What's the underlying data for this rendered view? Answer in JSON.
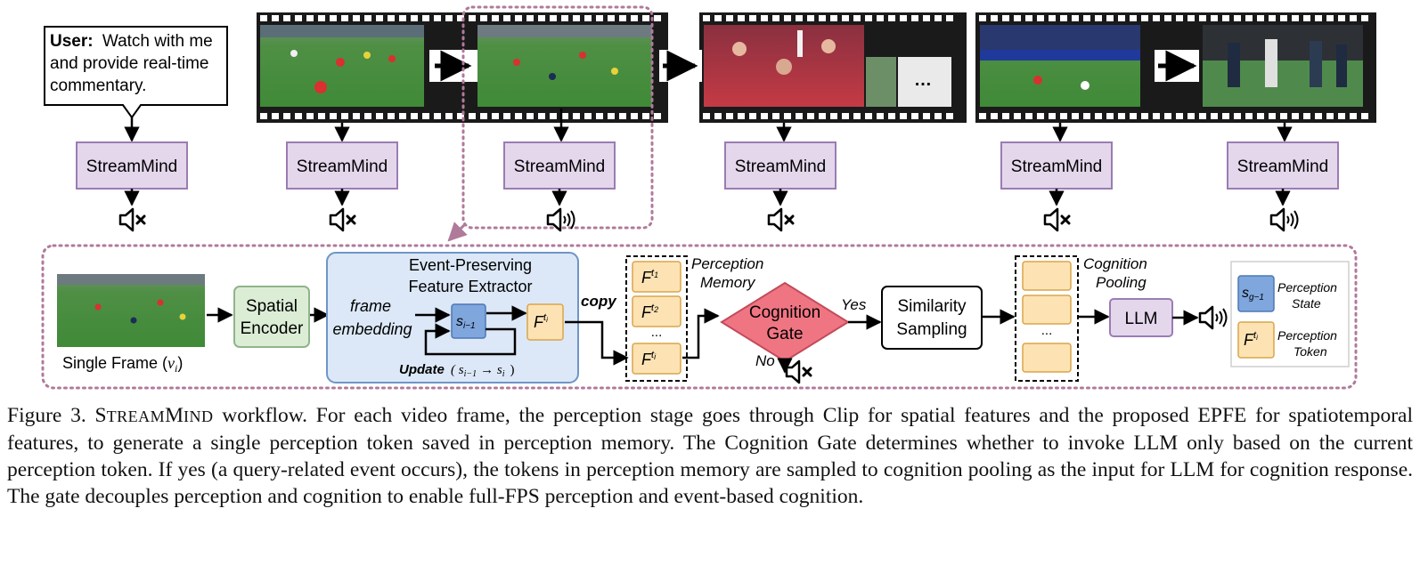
{
  "user_bubble": {
    "label": "User:",
    "text_lines": [
      "Watch with me",
      "and provide real-time",
      "commentary."
    ]
  },
  "stream_boxes": [
    "StreamMind",
    "StreamMind",
    "StreamMind",
    "StreamMind",
    "StreamMind",
    "StreamMind"
  ],
  "speaker_states": [
    "muted",
    "muted",
    "speaking",
    "muted",
    "muted",
    "speaking"
  ],
  "ellipsis": "…",
  "pipeline": {
    "single_frame_label": "Single Frame (",
    "single_frame_var": "v",
    "single_frame_sub": "i",
    "single_frame_close": ")",
    "spatial_encoder": [
      "Spatial",
      "Encoder"
    ],
    "epfe_title": [
      "Event-Preserving",
      "Feature Extractor"
    ],
    "frame_embedding": [
      "frame",
      "embedding"
    ],
    "state_var": "s",
    "state_sub": "i−1",
    "token_var": "F",
    "token_sup": "t",
    "token_sup_sub": "i",
    "update_label": "Update",
    "update_expr": "( s",
    "update_sub1": "i−1",
    "update_arrow": "→ s",
    "update_sub2": "i",
    "update_close": ")",
    "copy_label": "copy",
    "perception_memory": [
      "Perception",
      "Memory"
    ],
    "memory_tokens": [
      {
        "var": "F",
        "sup": "t",
        "subsub": "1"
      },
      {
        "var": "F",
        "sup": "t",
        "subsub": "2"
      },
      {
        "var": "F",
        "sup": "t",
        "subsub": "i"
      }
    ],
    "memory_dots": "...",
    "cognition_gate": [
      "Cognition",
      "Gate"
    ],
    "yes_label": "Yes",
    "no_label": "No",
    "similarity_sampling": [
      "Similarity",
      "Sampling"
    ],
    "cognition_pooling": [
      "Cognition",
      "Pooling"
    ],
    "pooling_dots": "...",
    "llm_label": "LLM",
    "legend": {
      "state_var": "s",
      "state_sub": "g−1",
      "state_label": [
        "Perception",
        "State"
      ],
      "token_var": "F",
      "token_sup": "t",
      "token_subsub": "i",
      "token_label": [
        "Perception",
        "Token"
      ]
    }
  },
  "caption": {
    "prefix": "Figure 3.",
    "name_cap1": "S",
    "name_small1": "TREAM",
    "name_cap2": "M",
    "name_small2": "IND",
    "text": " workflow. For each video frame, the perception stage goes through Clip for spatial features and the proposed EPFE for spatiotemporal features, to generate a single perception token saved in perception memory. The Cognition Gate determines whether to invoke LLM only based on the current perception token. If yes (a query-related event occurs), the tokens in perception memory are sampled to cognition pooling as the input for LLM for cognition response. The gate decouples perception and cognition to enable full-FPS perception and event-based cognition."
  },
  "colors": {
    "purple_box": "#e4d7ec",
    "purple_border": "#9b7cb3",
    "dotted_frame": "#b07a9a",
    "green_box": "#dcedd6",
    "green_border": "#8fb58a",
    "blue_region": "#dce8f7",
    "blue_border": "#6e95c7",
    "state_fill": "#7fa6dd",
    "state_border": "#4f78b3",
    "token_fill": "#fde3b4",
    "token_border": "#d9a54a",
    "gate_fill": "#f07583",
    "gate_border": "#c24b5a"
  }
}
